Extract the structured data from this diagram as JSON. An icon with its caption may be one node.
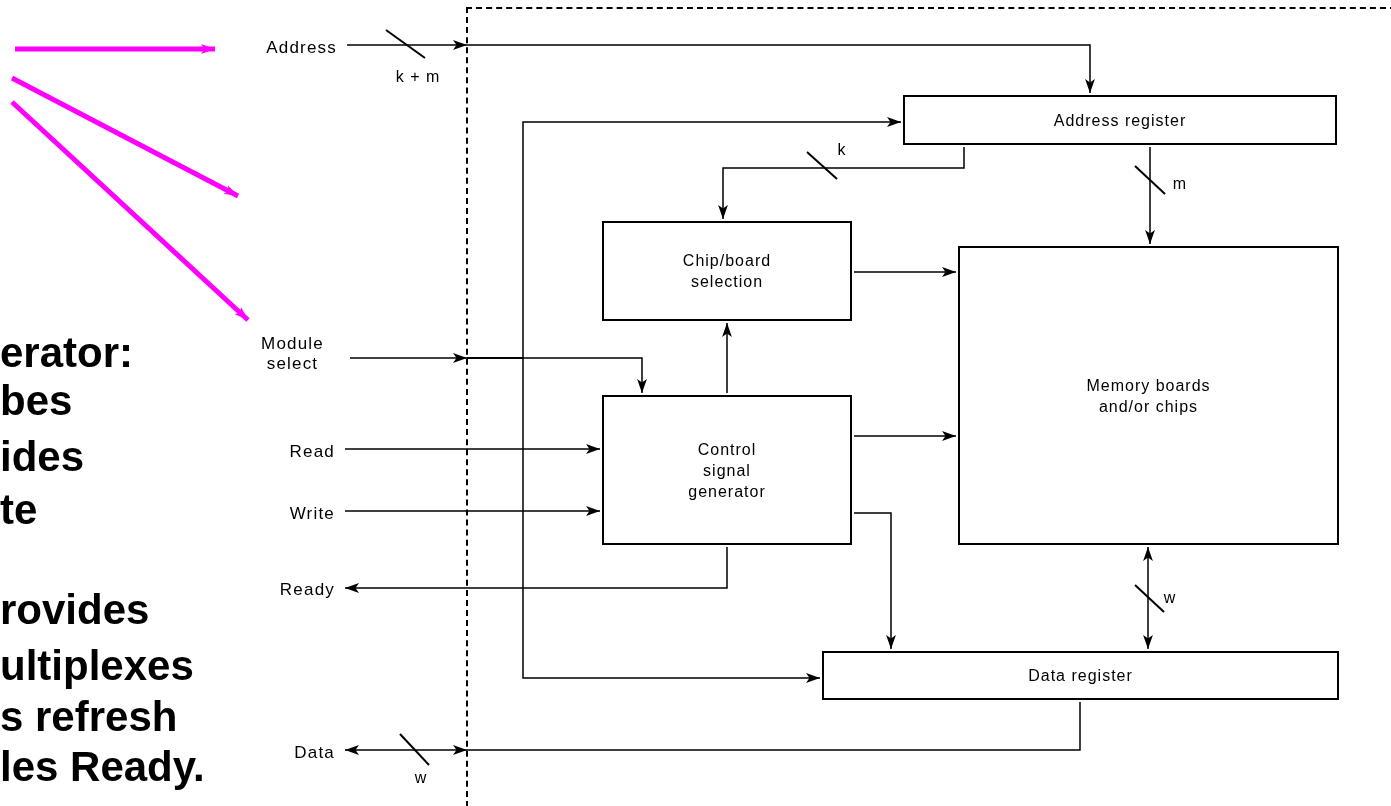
{
  "diagram": {
    "nodes": [
      {
        "text": [],
        "shape": "box"
      },
      {
        "text": [
          "Address"
        ]
      },
      {
        "text": [
          "Module select"
        ]
      },
      {
        "text": [
          "Read"
        ]
      },
      {
        "text": [
          "Write"
        ]
      },
      {
        "text": [
          "Ready"
        ]
      },
      {
        "text": [
          "Data"
        ]
      },
      {
        "text": [
          "Address register"
        ],
        "in": 0
      },
      {
        "text": [
          "Chip/board selection"
        ],
        "in": 0
      },
      {
        "text": [
          "Memory boards and/or chips"
        ],
        "in": 0
      },
      {
        "text": [
          "Control signal generator"
        ],
        "in": 0
      },
      {
        "text": [
          "Data register"
        ],
        "in": 0
      }
    ],
    "edges": [
      {
        "from": null,
        "to": 1,
        "arrow": "to",
        "style": "thick",
        "color": "#ff00ff"
      },
      {
        "from": null,
        "to": 2,
        "arrow": "to",
        "style": "thick",
        "color": "#ff00ff"
      },
      {
        "from": 1,
        "to": 0,
        "arrow": "to",
        "label": "k + m"
      },
      {
        "from": 0,
        "to": 7,
        "arrow": "to"
      },
      {
        "from": 2,
        "to": 0,
        "arrow": "to"
      },
      {
        "from": 0,
        "to": 10,
        "arrow": "to"
      },
      {
        "from": 0,
        "to": 7,
        "arrow": "to"
      },
      {
        "from": 0,
        "to": 11,
        "arrow": "to"
      },
      {
        "from": 3,
        "to": 10,
        "arrow": "to"
      },
      {
        "from": 4,
        "to": 10,
        "arrow": "to"
      },
      {
        "from": 10,
        "to": 5,
        "arrow": "to"
      },
      {
        "from": 6,
        "to": 0,
        "arrow": "both",
        "label": "w"
      },
      {
        "from": 11,
        "to": 0,
        "arrow": "none"
      },
      {
        "from": 7,
        "to": 8,
        "arrow": "to",
        "label": "k"
      },
      {
        "from": 7,
        "to": 9,
        "arrow": "to",
        "label": "m"
      },
      {
        "from": 8,
        "to": 9,
        "arrow": "to"
      },
      {
        "from": 10,
        "to": 8,
        "arrow": "to"
      },
      {
        "from": 10,
        "to": 9,
        "arrow": "to"
      },
      {
        "from": 10,
        "to": 11,
        "arrow": "to"
      },
      {
        "from": 9,
        "to": 11,
        "arrow": "both",
        "label": "w"
      }
    ],
    "labels": [
      "erator:",
      "bes",
      "ides",
      "te",
      "rovides",
      "ultiplexes",
      "s refresh",
      "les Ready."
    ]
  }
}
